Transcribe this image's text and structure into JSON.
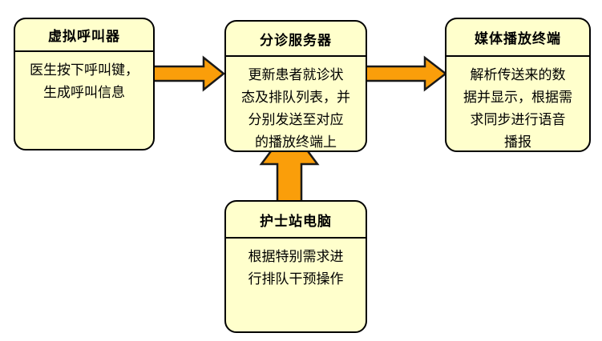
{
  "diagram": {
    "title": "queue-calling-system-flow",
    "colors": {
      "background": "#FFFFFF",
      "box_fill": "#FFFFCC",
      "box_border": "#000000",
      "arrow_fill": "#FA9E0A",
      "arrow_border": "#1A1A1A",
      "text": "#000000"
    },
    "nodes": [
      {
        "id": "virtual-caller",
        "title": "虚拟呼叫器",
        "body": "医生按下呼叫键，\n生成呼叫信息"
      },
      {
        "id": "triage-server",
        "title": "分诊服务器",
        "body": "更新患者就诊状\n态及排队列表，并\n分别发送至对应\n的播放终端上"
      },
      {
        "id": "media-terminal",
        "title": "媒体播放终端",
        "body": "解析传送来的数\n据并显示，根据需\n求同步进行语音\n播报"
      },
      {
        "id": "nurse-station",
        "title": "护士站电脑",
        "body": "根据特别需求进\n行排队干预操作"
      }
    ],
    "arrows": [
      {
        "id": "caller-to-server",
        "from": "虚拟呼叫器",
        "to": "分诊服务器",
        "direction": "right"
      },
      {
        "id": "server-to-terminal",
        "from": "分诊服务器",
        "to": "媒体播放终端",
        "direction": "right"
      },
      {
        "id": "nurse-to-server",
        "from": "护士站电脑",
        "to": "分诊服务器",
        "direction": "up"
      }
    ]
  }
}
